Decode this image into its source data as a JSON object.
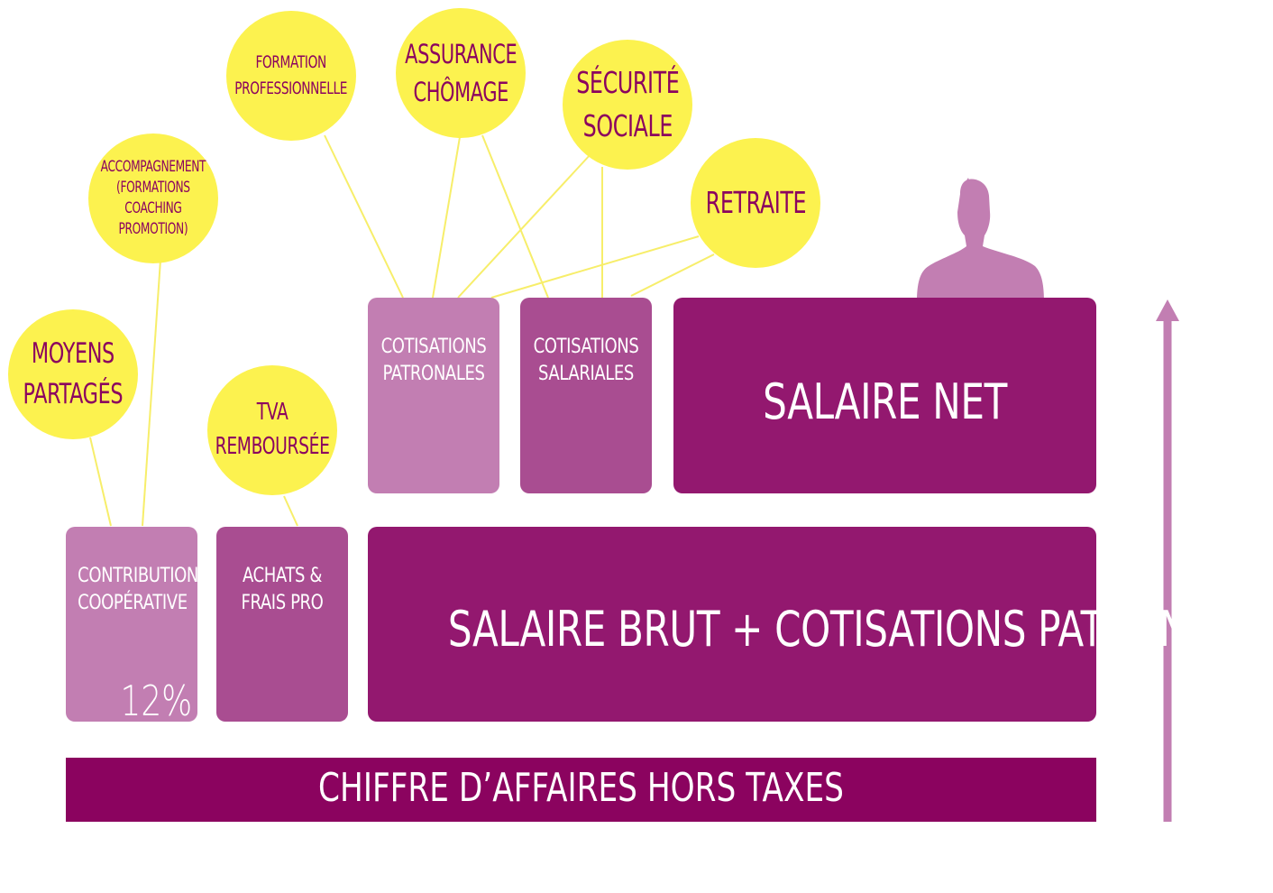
{
  "colors": {
    "yellow": "#fcf24f",
    "light_purple": "#c27eb2",
    "mid_purple": "#a94d91",
    "dark_purple": "#93186f",
    "deep_purple": "#8b035f",
    "connector_yellow": "#fcf24f"
  },
  "bottom_bar": {
    "label": "CHIFFRE D’AFFAIRES HORS TAXES"
  },
  "middle_row": {
    "contribution": {
      "label": "CONTRIBUTION\nCOOPÉRATIVE",
      "percent": "12%"
    },
    "achats": {
      "label": "ACHATS &\nFRAIS PRO"
    },
    "salaire_brut": {
      "label": "SALAIRE BRUT + COTISATIONS PATRONALES"
    }
  },
  "top_row": {
    "cotisations_patronales": {
      "label": "COTISATIONS\nPATRONALES"
    },
    "cotisations_salariales": {
      "label": "COTISATIONS\nSALARIALES"
    },
    "salaire_net": {
      "label": "SALAIRE NET"
    }
  },
  "bubbles": {
    "moyens_partages": "MOYENS\nPARTAGÉS",
    "accompagnement": "ACCOMPAGNEMENT\n(FORMATIONS\nCOACHING\nPROMOTION)",
    "tva": "TVA\nREMBOURSÉE",
    "formation": "FORMATION\nPROFESSIONNELLE",
    "assurance": "ASSURANCE\nCHÔMAGE",
    "securite": "SÉCURITÉ\nSOCIALE",
    "retraite": "RETRAITE"
  },
  "icons": {
    "person": "person-silhouette-icon",
    "arrow": "arrow-up-icon"
  }
}
